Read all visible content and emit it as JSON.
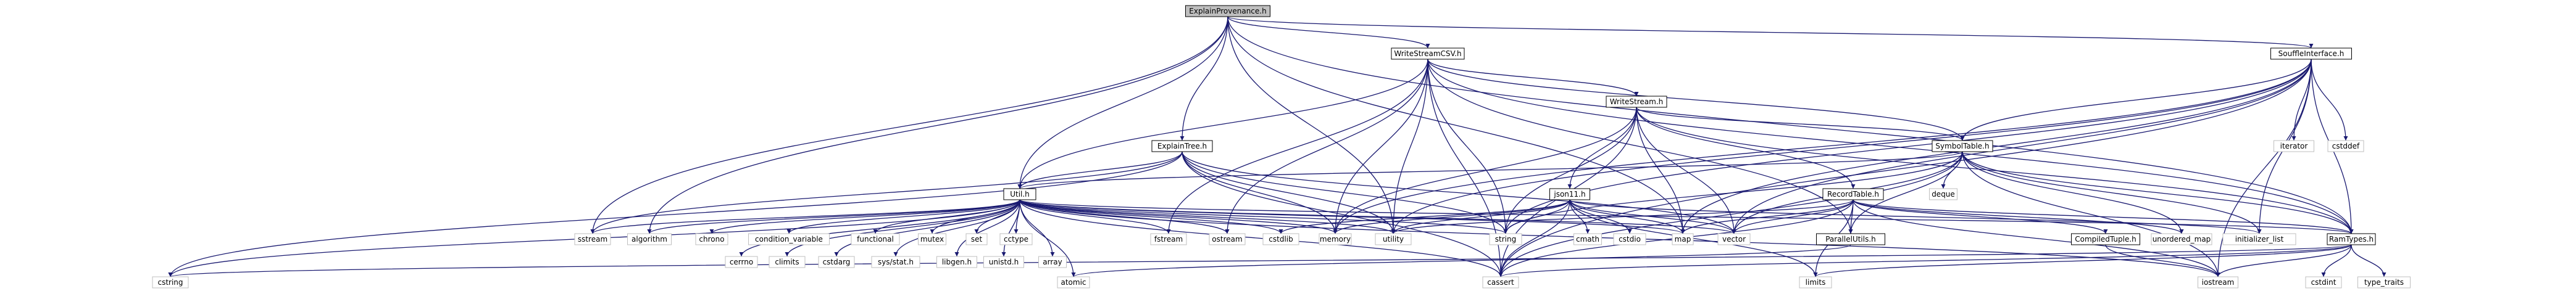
{
  "graph": {
    "title": "ExplainProvenance.h",
    "colors": {
      "edge": "#191970",
      "root_fill": "#bfbfbf",
      "node_fill": "#ffffff",
      "internal_border": "#000000",
      "external_border": "#bfbfbf"
    },
    "nodes": [
      {
        "id": "ExplainProvenance.h",
        "label": "ExplainProvenance.h",
        "kind": "root"
      },
      {
        "id": "WriteStreamCSV.h",
        "label": "WriteStreamCSV.h",
        "kind": "internal"
      },
      {
        "id": "SouffleInterface.h",
        "label": "SouffleInterface.h",
        "kind": "internal"
      },
      {
        "id": "WriteStream.h",
        "label": "WriteStream.h",
        "kind": "internal"
      },
      {
        "id": "ExplainTree.h",
        "label": "ExplainTree.h",
        "kind": "internal"
      },
      {
        "id": "SymbolTable.h",
        "label": "SymbolTable.h",
        "kind": "internal"
      },
      {
        "id": "Util.h",
        "label": "Util.h",
        "kind": "internal"
      },
      {
        "id": "json11.h",
        "label": "json11.h",
        "kind": "internal"
      },
      {
        "id": "RecordTable.h",
        "label": "RecordTable.h",
        "kind": "internal"
      },
      {
        "id": "ParallelUtils.h",
        "label": "ParallelUtils.h",
        "kind": "internal"
      },
      {
        "id": "CompiledTuple.h",
        "label": "CompiledTuple.h",
        "kind": "internal"
      },
      {
        "id": "RamTypes.h",
        "label": "RamTypes.h",
        "kind": "internal"
      },
      {
        "id": "sstream",
        "label": "sstream",
        "kind": "external"
      },
      {
        "id": "algorithm",
        "label": "algorithm",
        "kind": "external"
      },
      {
        "id": "chrono",
        "label": "chrono",
        "kind": "external"
      },
      {
        "id": "condition_variable",
        "label": "condition_variable",
        "kind": "external"
      },
      {
        "id": "functional",
        "label": "functional",
        "kind": "external"
      },
      {
        "id": "mutex",
        "label": "mutex",
        "kind": "external"
      },
      {
        "id": "set",
        "label": "set",
        "kind": "external"
      },
      {
        "id": "cctype",
        "label": "cctype",
        "kind": "external"
      },
      {
        "id": "cerrno",
        "label": "cerrno",
        "kind": "external"
      },
      {
        "id": "climits",
        "label": "climits",
        "kind": "external"
      },
      {
        "id": "cstdarg",
        "label": "cstdarg",
        "kind": "external"
      },
      {
        "id": "sys/stat.h",
        "label": "sys/stat.h",
        "kind": "external"
      },
      {
        "id": "libgen.h",
        "label": "libgen.h",
        "kind": "external"
      },
      {
        "id": "unistd.h",
        "label": "unistd.h",
        "kind": "external"
      },
      {
        "id": "array",
        "label": "array",
        "kind": "external"
      },
      {
        "id": "fstream",
        "label": "fstream",
        "kind": "external"
      },
      {
        "id": "ostream",
        "label": "ostream",
        "kind": "external"
      },
      {
        "id": "cstdlib",
        "label": "cstdlib",
        "kind": "external"
      },
      {
        "id": "memory",
        "label": "memory",
        "kind": "external"
      },
      {
        "id": "utility",
        "label": "utility",
        "kind": "external"
      },
      {
        "id": "string",
        "label": "string",
        "kind": "external"
      },
      {
        "id": "cmath",
        "label": "cmath",
        "kind": "external"
      },
      {
        "id": "cstdio",
        "label": "cstdio",
        "kind": "external"
      },
      {
        "id": "map",
        "label": "map",
        "kind": "external"
      },
      {
        "id": "vector",
        "label": "vector",
        "kind": "external"
      },
      {
        "id": "deque",
        "label": "deque",
        "kind": "external"
      },
      {
        "id": "unordered_map",
        "label": "unordered_map",
        "kind": "external"
      },
      {
        "id": "initializer_list",
        "label": "initializer_list",
        "kind": "external"
      },
      {
        "id": "iterator",
        "label": "iterator",
        "kind": "external"
      },
      {
        "id": "cstddef",
        "label": "cstddef",
        "kind": "external"
      },
      {
        "id": "cstring",
        "label": "cstring",
        "kind": "external"
      },
      {
        "id": "atomic",
        "label": "atomic",
        "kind": "external"
      },
      {
        "id": "cassert",
        "label": "cassert",
        "kind": "external"
      },
      {
        "id": "limits",
        "label": "limits",
        "kind": "external"
      },
      {
        "id": "iostream",
        "label": "iostream",
        "kind": "external"
      },
      {
        "id": "cstdint",
        "label": "cstdint",
        "kind": "external"
      },
      {
        "id": "type_traits",
        "label": "type_traits",
        "kind": "external"
      }
    ],
    "edges": [
      [
        "ExplainProvenance.h",
        "WriteStreamCSV.h"
      ],
      [
        "ExplainProvenance.h",
        "SouffleInterface.h"
      ],
      [
        "ExplainProvenance.h",
        "ExplainTree.h"
      ],
      [
        "ExplainProvenance.h",
        "Util.h"
      ],
      [
        "ExplainProvenance.h",
        "sstream"
      ],
      [
        "ExplainProvenance.h",
        "algorithm"
      ],
      [
        "ExplainProvenance.h",
        "utility"
      ],
      [
        "ExplainProvenance.h",
        "map"
      ],
      [
        "ExplainProvenance.h",
        "RamTypes.h"
      ],
      [
        "WriteStreamCSV.h",
        "WriteStream.h"
      ],
      [
        "WriteStreamCSV.h",
        "SymbolTable.h"
      ],
      [
        "WriteStreamCSV.h",
        "Util.h"
      ],
      [
        "WriteStreamCSV.h",
        "fstream"
      ],
      [
        "WriteStreamCSV.h",
        "ostream"
      ],
      [
        "WriteStreamCSV.h",
        "memory"
      ],
      [
        "WriteStreamCSV.h",
        "string"
      ],
      [
        "WriteStreamCSV.h",
        "cassert"
      ],
      [
        "WriteStreamCSV.h",
        "RamTypes.h"
      ],
      [
        "WriteStreamCSV.h",
        "ParallelUtils.h"
      ],
      [
        "WriteStreamCSV.h",
        "utility"
      ],
      [
        "SouffleInterface.h",
        "SymbolTable.h"
      ],
      [
        "SouffleInterface.h",
        "RamTypes.h"
      ],
      [
        "SouffleInterface.h",
        "iterator"
      ],
      [
        "SouffleInterface.h",
        "cstddef"
      ],
      [
        "SouffleInterface.h",
        "initializer_list"
      ],
      [
        "SouffleInterface.h",
        "iostream"
      ],
      [
        "SouffleInterface.h",
        "map"
      ],
      [
        "SouffleInterface.h",
        "string"
      ],
      [
        "SouffleInterface.h",
        "vector"
      ],
      [
        "SouffleInterface.h",
        "cassert"
      ],
      [
        "SouffleInterface.h",
        "utility"
      ],
      [
        "SouffleInterface.h",
        "memory"
      ],
      [
        "WriteStream.h",
        "SymbolTable.h"
      ],
      [
        "WriteStream.h",
        "RecordTable.h"
      ],
      [
        "WriteStream.h",
        "json11.h"
      ],
      [
        "WriteStream.h",
        "string"
      ],
      [
        "WriteStream.h",
        "map"
      ],
      [
        "WriteStream.h",
        "vector"
      ],
      [
        "WriteStream.h",
        "cassert"
      ],
      [
        "WriteStream.h",
        "RamTypes.h"
      ],
      [
        "WriteStream.h",
        "memory"
      ],
      [
        "ExplainTree.h",
        "Util.h"
      ],
      [
        "ExplainTree.h",
        "sstream"
      ],
      [
        "ExplainTree.h",
        "cstring"
      ],
      [
        "ExplainTree.h",
        "memory"
      ],
      [
        "ExplainTree.h",
        "string"
      ],
      [
        "ExplainTree.h",
        "utility"
      ],
      [
        "ExplainTree.h",
        "vector"
      ],
      [
        "ExplainTree.h",
        "cassert"
      ],
      [
        "SymbolTable.h",
        "Util.h"
      ],
      [
        "SymbolTable.h",
        "ParallelUtils.h"
      ],
      [
        "SymbolTable.h",
        "RamTypes.h"
      ],
      [
        "SymbolTable.h",
        "deque"
      ],
      [
        "SymbolTable.h",
        "unordered_map"
      ],
      [
        "SymbolTable.h",
        "initializer_list"
      ],
      [
        "SymbolTable.h",
        "iostream"
      ],
      [
        "SymbolTable.h",
        "string"
      ],
      [
        "SymbolTable.h",
        "vector"
      ],
      [
        "SymbolTable.h",
        "cassert"
      ],
      [
        "Util.h",
        "sstream"
      ],
      [
        "Util.h",
        "algorithm"
      ],
      [
        "Util.h",
        "chrono"
      ],
      [
        "Util.h",
        "condition_variable"
      ],
      [
        "Util.h",
        "functional"
      ],
      [
        "Util.h",
        "mutex"
      ],
      [
        "Util.h",
        "set"
      ],
      [
        "Util.h",
        "cctype"
      ],
      [
        "Util.h",
        "cerrno"
      ],
      [
        "Util.h",
        "climits"
      ],
      [
        "Util.h",
        "cstdarg"
      ],
      [
        "Util.h",
        "sys/stat.h"
      ],
      [
        "Util.h",
        "libgen.h"
      ],
      [
        "Util.h",
        "unistd.h"
      ],
      [
        "Util.h",
        "array"
      ],
      [
        "Util.h",
        "fstream"
      ],
      [
        "Util.h",
        "ostream"
      ],
      [
        "Util.h",
        "cstdlib"
      ],
      [
        "Util.h",
        "memory"
      ],
      [
        "Util.h",
        "utility"
      ],
      [
        "Util.h",
        "string"
      ],
      [
        "Util.h",
        "map"
      ],
      [
        "Util.h",
        "vector"
      ],
      [
        "Util.h",
        "RamTypes.h"
      ],
      [
        "Util.h",
        "iostream"
      ],
      [
        "Util.h",
        "cstring"
      ],
      [
        "Util.h",
        "atomic"
      ],
      [
        "Util.h",
        "cassert"
      ],
      [
        "json11.h",
        "string"
      ],
      [
        "json11.h",
        "cmath"
      ],
      [
        "json11.h",
        "cstdio"
      ],
      [
        "json11.h",
        "map"
      ],
      [
        "json11.h",
        "vector"
      ],
      [
        "json11.h",
        "memory"
      ],
      [
        "json11.h",
        "utility"
      ],
      [
        "json11.h",
        "initializer_list"
      ],
      [
        "json11.h",
        "cstdlib"
      ],
      [
        "json11.h",
        "limits"
      ],
      [
        "json11.h",
        "cassert"
      ],
      [
        "RecordTable.h",
        "CompiledTuple.h"
      ],
      [
        "RecordTable.h",
        "ParallelUtils.h"
      ],
      [
        "RecordTable.h",
        "RamTypes.h"
      ],
      [
        "RecordTable.h",
        "unordered_map"
      ],
      [
        "RecordTable.h",
        "map"
      ],
      [
        "RecordTable.h",
        "vector"
      ],
      [
        "RecordTable.h",
        "limits"
      ],
      [
        "RecordTable.h",
        "cassert"
      ],
      [
        "RecordTable.h",
        "iostream"
      ],
      [
        "RecordTable.h",
        "utility"
      ],
      [
        "ParallelUtils.h",
        "atomic"
      ],
      [
        "CompiledTuple.h",
        "iostream"
      ],
      [
        "RamTypes.h",
        "cstring"
      ],
      [
        "RamTypes.h",
        "cstdint"
      ],
      [
        "RamTypes.h",
        "type_traits"
      ],
      [
        "RamTypes.h",
        "limits"
      ],
      [
        "RamTypes.h",
        "iostream"
      ],
      [
        "RamTypes.h",
        "cassert"
      ]
    ]
  }
}
